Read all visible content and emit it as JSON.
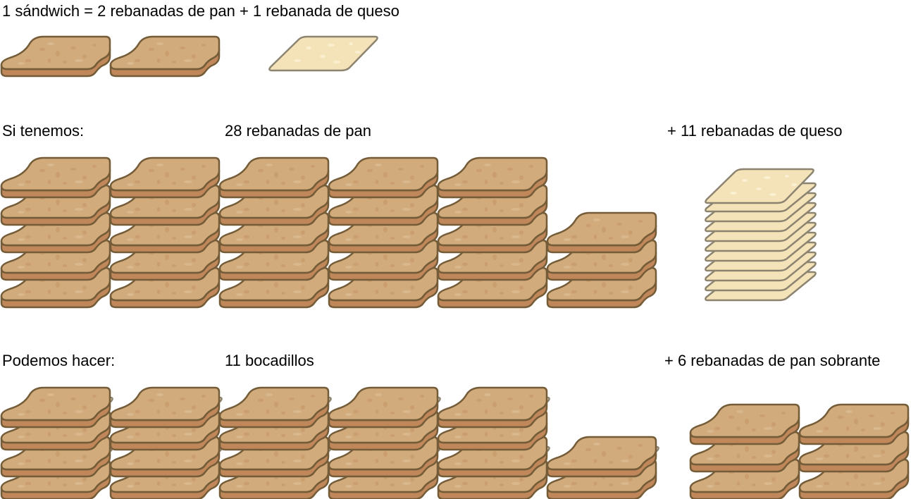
{
  "equation": {
    "text": "1 sándwich = 2 rebanadas de pan + 1 rebanada de queso",
    "sandwich_count": 1,
    "bread_per_sandwich": 2,
    "cheese_per_sandwich": 1
  },
  "have": {
    "label": "Si tenemos:",
    "bread_label": "28 rebanadas de pan",
    "cheese_label": "+ 11 rebanadas de queso",
    "bread_count": 28,
    "cheese_count": 11,
    "bread_stacks": [
      5,
      5,
      5,
      5,
      5,
      3
    ]
  },
  "result": {
    "label": "Podemos hacer:",
    "sandwich_label": "11 bocadillos",
    "leftover_label": "+ 6 rebanadas de pan sobrante",
    "sandwich_count": 11,
    "leftover_bread": 6,
    "sandwich_stacks": [
      2,
      2,
      2,
      2,
      2,
      1
    ],
    "leftover_stacks": [
      3,
      3
    ]
  },
  "colors": {
    "bread_top": "#d2ab7c",
    "bread_edge": "#bf875a",
    "bread_outline": "#745c38",
    "cheese_fill": "#f4e3b8",
    "cheese_outline": "#8c8470"
  }
}
